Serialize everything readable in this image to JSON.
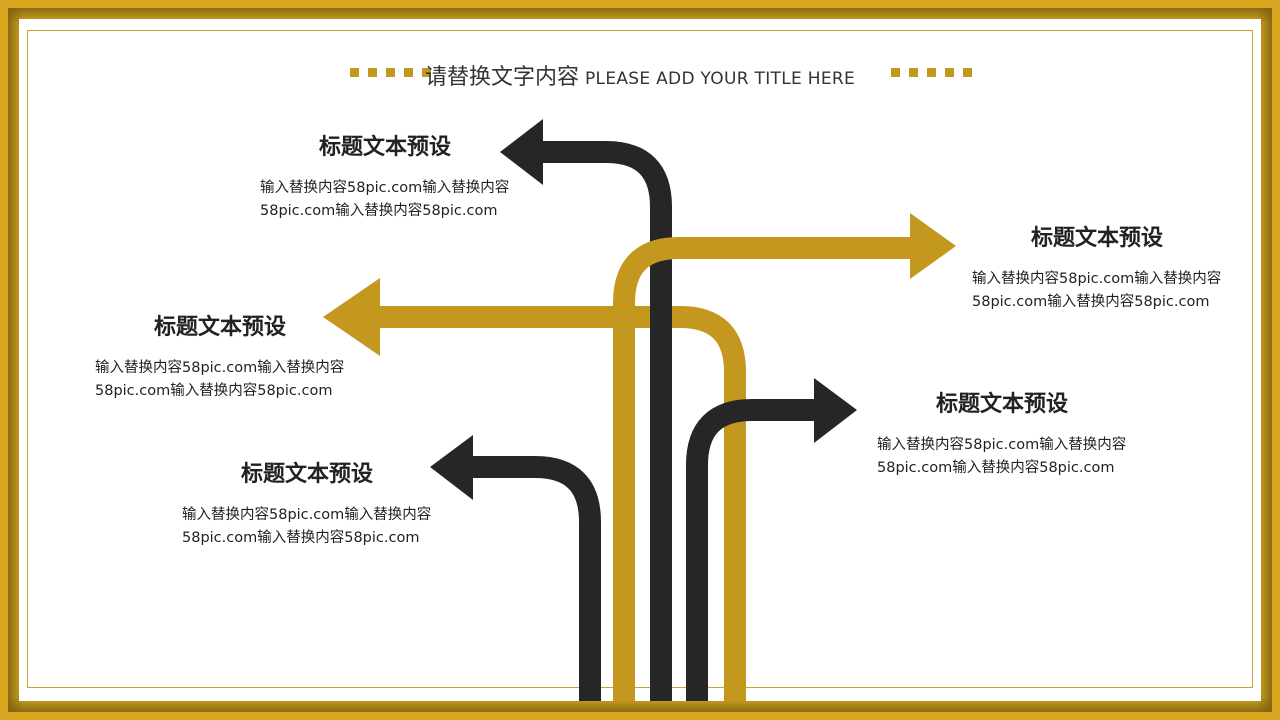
{
  "title": {
    "cn": "请替换文字内容",
    "en": "PLEASE ADD YOUR TITLE HERE"
  },
  "colors": {
    "gold": "#C4971E",
    "black": "#262626",
    "border": "#D9A620"
  },
  "blocks": [
    {
      "heading": "标题文本预设",
      "body": "输入替换内容58pic.com输入替换内容58pic.com输入替换内容58pic.com"
    },
    {
      "heading": "标题文本预设",
      "body": "输入替换内容58pic.com输入替换内容58pic.com输入替换内容58pic.com"
    },
    {
      "heading": "标题文本预设",
      "body": "输入替换内容58pic.com输入替换内容58pic.com输入替换内容58pic.com"
    },
    {
      "heading": "标题文本预设",
      "body": "输入替换内容58pic.com输入替换内容58pic.com输入替换内容58pic.com"
    },
    {
      "heading": "标题文本预设",
      "body": "输入替换内容58pic.com输入替换内容58pic.com输入替换内容58pic.com"
    }
  ]
}
